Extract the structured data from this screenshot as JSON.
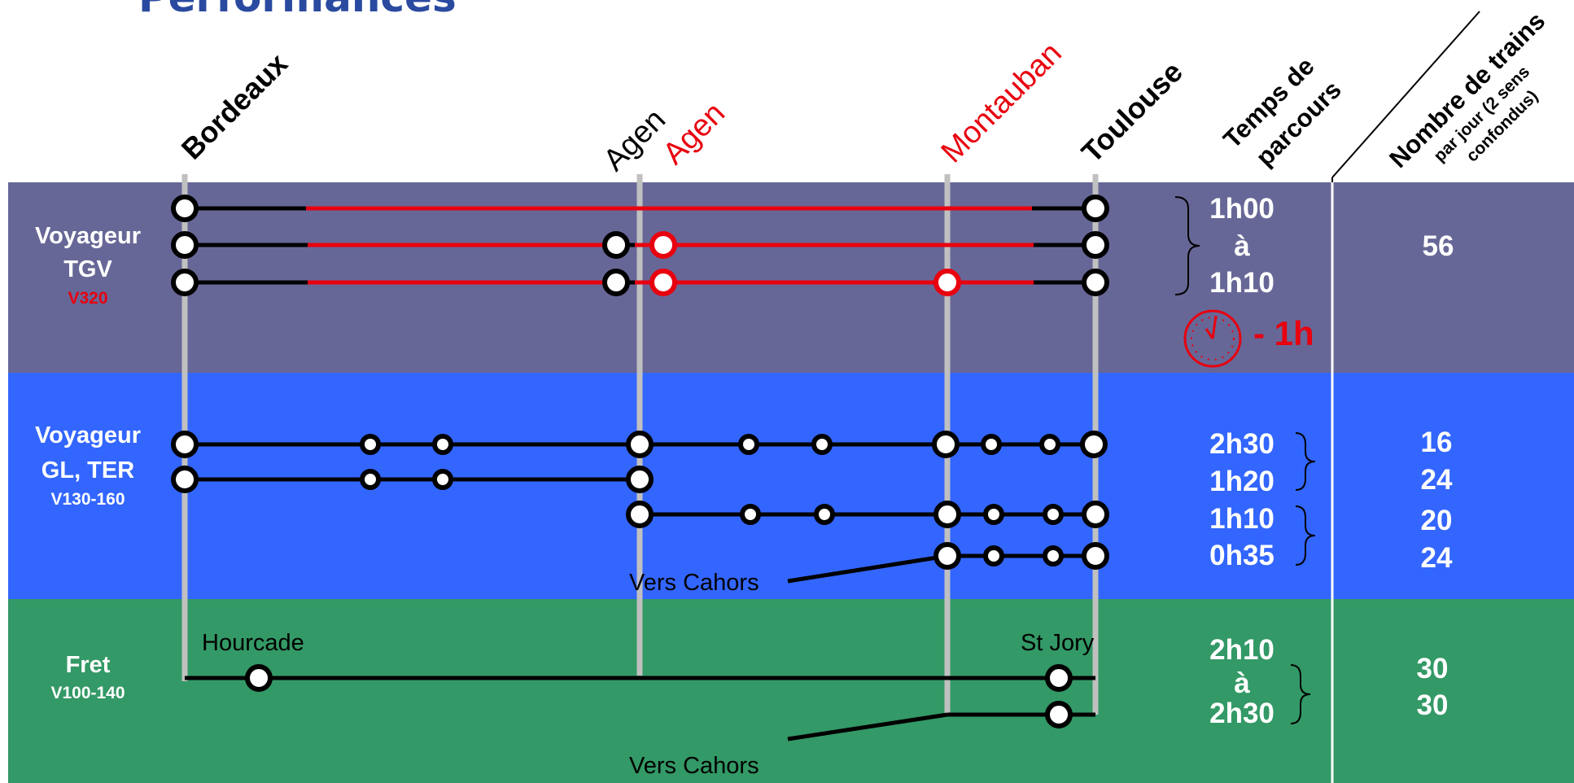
{
  "title": "Performances",
  "stations": {
    "bordeaux": "Bordeaux",
    "agen": "Agen",
    "agen_new": "Agen",
    "montauban_new": "Montauban",
    "toulouse": "Toulouse"
  },
  "headers": {
    "time_line1": "Temps de",
    "time_line2": "parcours",
    "trains_line1": "Nombre de trains",
    "trains_line2": "par jour (2 sens",
    "trains_line3": "confondus)"
  },
  "sections": [
    {
      "id": "tgv",
      "name_line1": "Voyageur",
      "name_line2": "TGV",
      "speed": "V320",
      "speed_color": "#e8000f",
      "bg_color": "#676797",
      "time_texts": [
        "1h00",
        "à",
        "1h10"
      ],
      "gain": "- 1h",
      "train_counts": [
        "56"
      ]
    },
    {
      "id": "ter",
      "name_line1": "Voyageur",
      "name_line2": "GL, TER",
      "speed": "V130-160",
      "speed_color": "#ffffff",
      "bg_color": "#3366ff",
      "time_texts": [
        "2h30",
        "1h20",
        "1h10",
        "0h35"
      ],
      "annotation": "Vers Cahors",
      "train_counts": [
        "16",
        "24",
        "20",
        "24"
      ]
    },
    {
      "id": "fret",
      "name_line1": "Fret",
      "speed": "V100-140",
      "speed_color": "#ffffff",
      "bg_color": "#339966",
      "time_texts": [
        "2h10",
        "à",
        "2h30"
      ],
      "labels": {
        "hourcade": "Hourcade",
        "st_jory": "St Jory"
      },
      "annotation": "Vers Cahors",
      "train_counts": [
        "30",
        "30"
      ]
    }
  ],
  "colors": {
    "new_line": "#e8000f",
    "existing_line": "#000000",
    "station_pole": "#c0c0c0",
    "title": "#2a4aa0"
  }
}
